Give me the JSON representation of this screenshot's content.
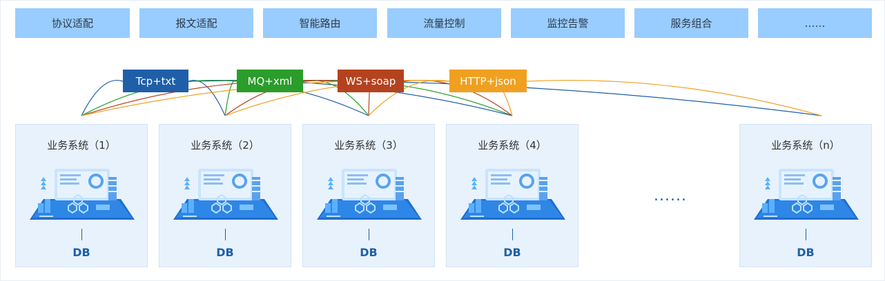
{
  "capabilities": [
    "协议适配",
    "报文适配",
    "智能路由",
    "流量控制",
    "监控告警",
    "服务组合",
    "……"
  ],
  "protocols": [
    {
      "label": "Tcp+txt",
      "color": "#1f5fa8"
    },
    {
      "label": "MQ+xml",
      "color": "#2a9d2a"
    },
    {
      "label": "WS+soap",
      "color": "#b5421f"
    },
    {
      "label": "HTTP+json",
      "color": "#f0a020"
    }
  ],
  "systems": [
    {
      "title": "业务系统（1）",
      "db": "DB"
    },
    {
      "title": "业务系统（2）",
      "db": "DB"
    },
    {
      "title": "业务系统（3）",
      "db": "DB"
    },
    {
      "title": "业务系统（4）",
      "db": "DB"
    },
    {
      "title": "业务系统（n）",
      "db": "DB"
    }
  ],
  "ellipsis": "......",
  "colors": {
    "capability_bg": "#99ccff",
    "system_bg": "#e8f2fd",
    "db_text": "#1f5fa8"
  }
}
